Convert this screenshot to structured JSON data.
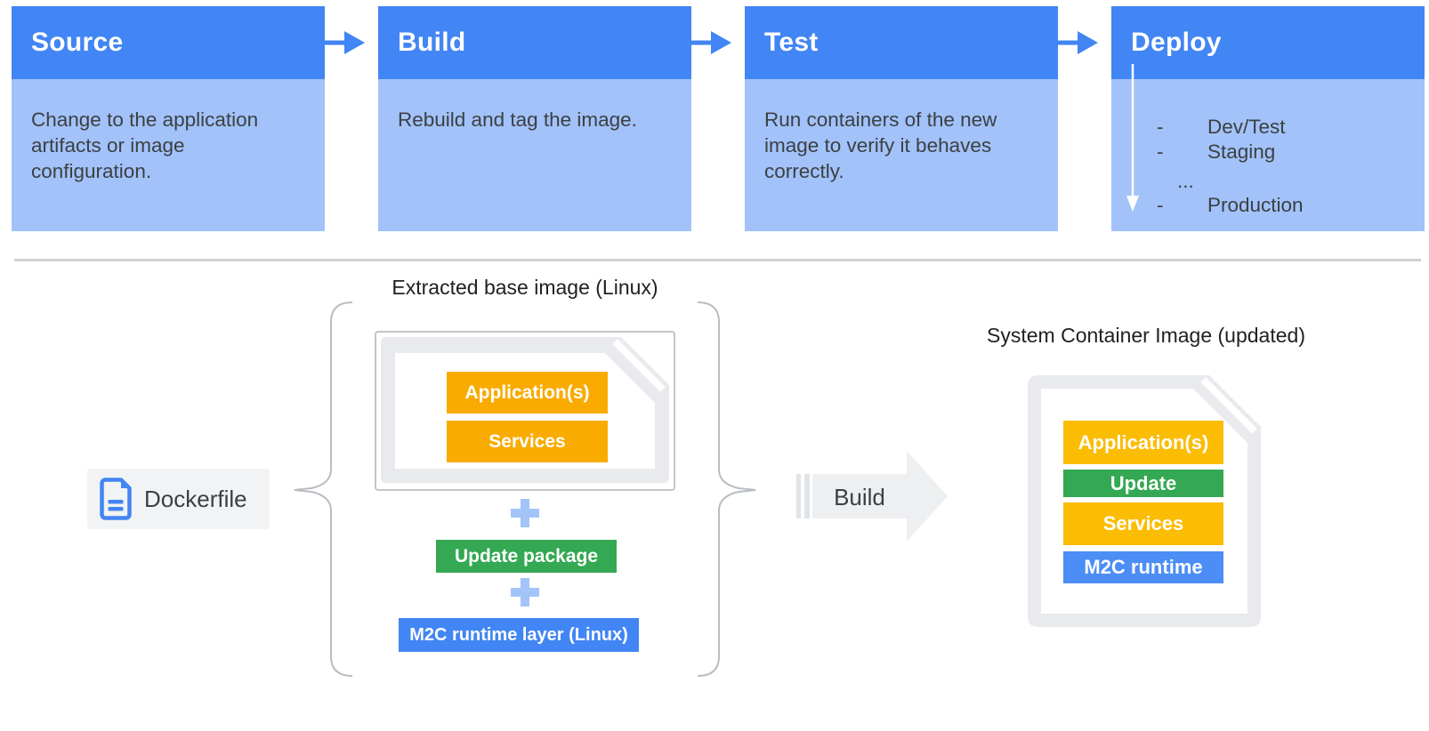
{
  "pipeline": {
    "cards": [
      {
        "title": "Source",
        "description": "Change to the application artifacts or image configuration."
      },
      {
        "title": "Build",
        "description": "Rebuild and tag the image."
      },
      {
        "title": "Test",
        "description": "Run containers of the new image to verify it behaves correctly."
      },
      {
        "title": "Deploy",
        "items": [
          {
            "bullet": "-",
            "label": "Dev/Test"
          },
          {
            "bullet": "-",
            "label": "Staging"
          },
          {
            "bullet": "",
            "label": "..."
          },
          {
            "bullet": "-",
            "label": "Production"
          }
        ]
      }
    ],
    "colors": {
      "header_blue": "#4285F4",
      "body_blue": "#A2C2F9",
      "arrow_blue": "#4285F4"
    }
  },
  "build_flow": {
    "dockerfile_label": "Dockerfile",
    "extracted_title": "Extracted base image (Linux)",
    "base_image_layers": [
      {
        "label": "Application(s)",
        "color": "#F9AB00"
      },
      {
        "label": "Services",
        "color": "#F9AB00"
      }
    ],
    "update_package": {
      "label": "Update package",
      "color": "#34A853"
    },
    "runtime_layer": {
      "label": "M2C runtime layer (Linux)",
      "color": "#4285F4"
    },
    "build_label": "Build",
    "result_title": "System Container Image (updated)",
    "result_layers": [
      {
        "label": "Application(s)",
        "color": "#FBBC04"
      },
      {
        "label": "Update",
        "color": "#34A853"
      },
      {
        "label": "Services",
        "color": "#FBBC04"
      },
      {
        "label": "M2C runtime",
        "color": "#4C8DF6"
      }
    ],
    "icons": {
      "dockerfile": "document-icon",
      "plus": "plus-icon",
      "braces": "curly-brace",
      "build_arrow": "big-right-arrow"
    },
    "neutral_colors": {
      "doc_gray": "#E8EAED",
      "chip_gray": "#F1F3F4",
      "arrow_gray": "#EEEFF1"
    }
  }
}
